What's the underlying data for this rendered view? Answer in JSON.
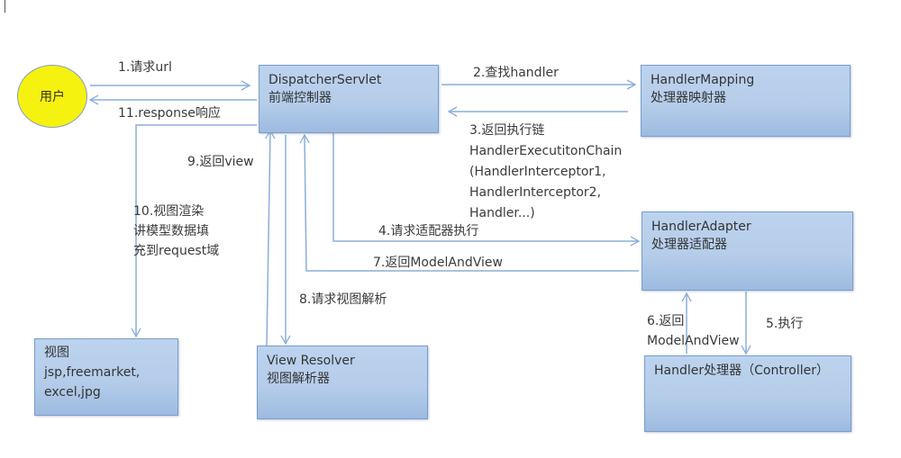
{
  "diagram": {
    "title": "Spring MVC request flow",
    "nodes": {
      "user": {
        "label": "用户",
        "color": "#f5f20f"
      },
      "dispatcher": {
        "line1": "DispatcherServlet",
        "line2": "前端控制器"
      },
      "handler_mapping": {
        "line1": "HandlerMapping",
        "line2": "处理器映射器"
      },
      "handler_adapter": {
        "line1": "HandlerAdapter",
        "line2": "处理器适配器"
      },
      "handler": {
        "line1": "Handler处理器（Controller）"
      },
      "view_resolver": {
        "line1": "View Resolver",
        "line2": "视图解析器"
      },
      "view": {
        "line1": "视图",
        "line2": "jsp,freemarket,",
        "line3": "excel,jpg"
      }
    },
    "edges": {
      "e1": "1.请求url",
      "e2": "2.查找handler",
      "e3": [
        "3.返回执行链",
        "HandlerExecutitonChain",
        "(HandlerInterceptor1,",
        "HandlerInterceptor2,",
        "Handler...)"
      ],
      "e4": "4.请求适配器执行",
      "e5": "5.执行",
      "e6": [
        "6.返回",
        "ModelAndView"
      ],
      "e7": "7.返回ModelAndView",
      "e8": "8.请求视图解析",
      "e9": "9.返回view",
      "e10": [
        "10.视图渲染",
        "讲模型数据填",
        "充到request域"
      ],
      "e11": "11.response响应"
    },
    "colors": {
      "box_fill": "#b5cdea",
      "box_border": "#7a9ccb",
      "arrow": "#8aaedb",
      "user_fill": "#f5f20f"
    }
  }
}
